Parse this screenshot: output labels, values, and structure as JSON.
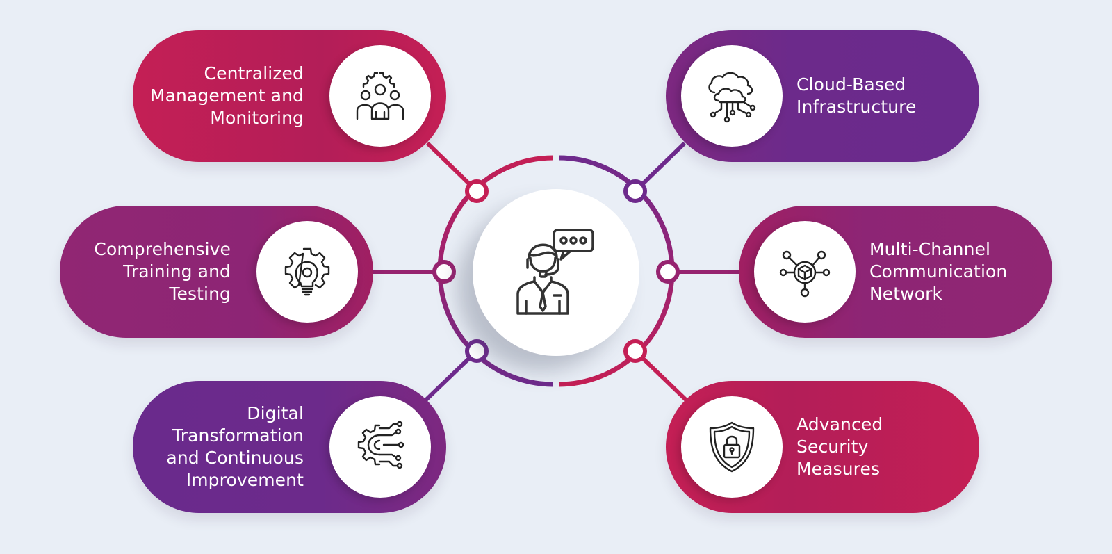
{
  "diagram": {
    "center": {
      "icon": "customer-support-agent-icon"
    },
    "items": [
      {
        "id": "centralized",
        "label_lines": [
          "Centralized",
          "Management and",
          "Monitoring"
        ],
        "icon": "team-gear-icon",
        "color": "#b61e57"
      },
      {
        "id": "training",
        "label_lines": [
          "Comprehensive",
          "Training and",
          "Testing"
        ],
        "icon": "gear-lightbulb-icon",
        "color": "#8d2575"
      },
      {
        "id": "digital",
        "label_lines": [
          "Digital",
          "Transformation",
          "and Continuous",
          "Improvement"
        ],
        "icon": "digital-gear-circuit-icon",
        "color": "#6a2a8c"
      },
      {
        "id": "cloud",
        "label_lines": [
          "Cloud-Based",
          "Infrastructure"
        ],
        "icon": "cloud-network-icon",
        "color": "#6a2a8c"
      },
      {
        "id": "multichannel",
        "label_lines": [
          "Multi-Channel",
          "Communication",
          "Network"
        ],
        "icon": "cube-network-icon",
        "color": "#8d2575"
      },
      {
        "id": "security",
        "label_lines": [
          "Advanced",
          "Security",
          "Measures"
        ],
        "icon": "shield-lock-icon",
        "color": "#b61e57"
      }
    ]
  }
}
